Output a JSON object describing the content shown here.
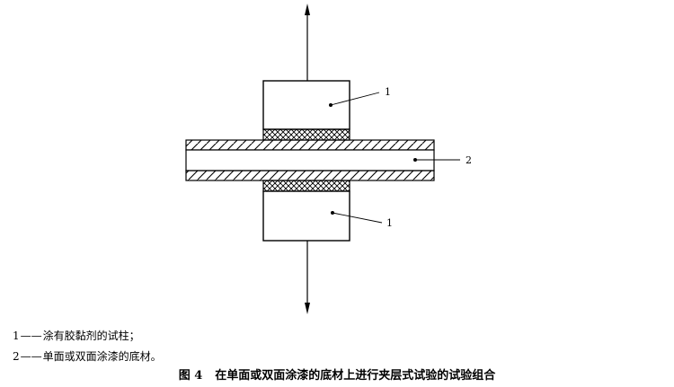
{
  "figure": {
    "callouts": {
      "upper_column": "1",
      "substrate": "2",
      "lower_column": "1"
    }
  },
  "legend": [
    {
      "number": "1",
      "dash": "——",
      "text": "涂有胶黏剂的试柱；"
    },
    {
      "number": "2",
      "dash": "——",
      "text": "单面或双面涂漆的底材。"
    }
  ],
  "caption": {
    "figure_number": "图 4",
    "title": "在单面或双面涂漆的底材上进行夹层式试验的试验组合"
  }
}
